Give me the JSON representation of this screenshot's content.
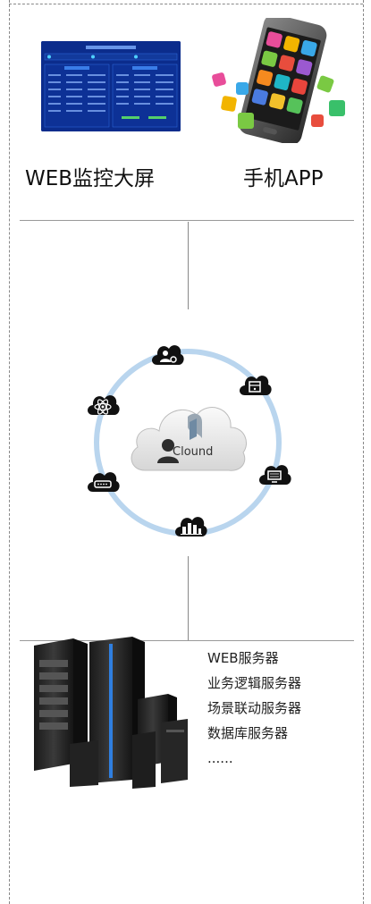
{
  "clients": {
    "web_label": "WEB监控大屏",
    "app_label": "手机APP"
  },
  "cloud": {
    "label": "Clound",
    "icons": [
      "user-gear-icon",
      "cabinet-icon",
      "monitor-icon",
      "building-icon",
      "router-icon",
      "atom-icon"
    ]
  },
  "servers": {
    "items": [
      "WEB服务器",
      "业务逻辑服务器",
      "场景联动服务器",
      "数据库服务器",
      "......"
    ]
  },
  "colors": {
    "ring": "#b9d5ee",
    "dashboard_bg": "#0a2a86",
    "icon_fill": "#111111"
  }
}
